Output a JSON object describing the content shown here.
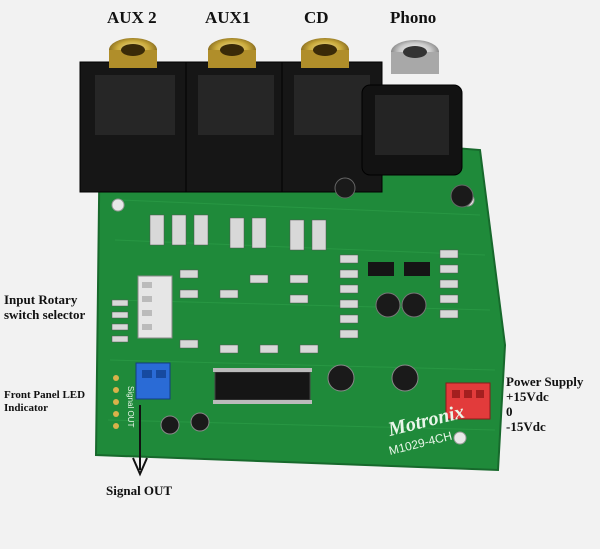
{
  "labels": {
    "aux2": "AUX 2",
    "aux1": "AUX1",
    "cd": "CD",
    "phono": "Phono",
    "input_selector": [
      "Input Rotary",
      "switch selector"
    ],
    "front_panel_led": [
      "Front Panel LED",
      "Indicator"
    ],
    "signal_out": "Signal OUT",
    "power_supply": [
      "Power Supply",
      "+15Vdc",
      "0",
      "-15Vdc"
    ]
  },
  "board_text": {
    "brand": "Motronix",
    "model": "M1029-4CH",
    "signal_out_silk": "Signal OUT"
  },
  "colors": {
    "pcb_green": "#1f8a3a",
    "gold_jack": "#c9a93a",
    "silver_jack": "#c8c8c8",
    "connector_blue": "#2a6bd6",
    "connector_red": "#e23b3b",
    "connector_white": "#e6e6e6"
  }
}
